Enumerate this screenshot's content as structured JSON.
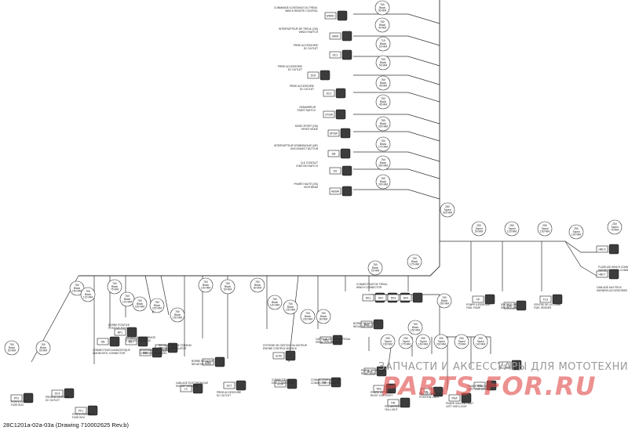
{
  "footer": {
    "drawing_ref": "28C1201a-02a-03a (Drawing 710002625 Rev.b)"
  },
  "watermark": {
    "line1": "ЗАПЧАСТИ И АКСЕССУАРЫ ДЛЯ МОТОТЕХНИКИ",
    "brand": "PARTS FOR.RU"
  },
  "bubble_labels": [
    "760\nBlack\n50 MM",
    "760\nBlack\n40 MM",
    "710\nBlack\n50 MM",
    "760\nBlack\n50 MM",
    "760\nBlack\n45 MM",
    "760\nBlack\n45 MM",
    "780\nBlack\n200 MM",
    "760\nBlack\n175 MM",
    "760\nBlack\n300 MM",
    "760\nBlack\n200 MM",
    "280\nTaped\n325 MM",
    "250\nTaped\n50 MM",
    "250\nTaped\n125 MM",
    "250\nTaped\n150 MM",
    "250\nTaped\n100 MM",
    "250\nTaped\n75 MM",
    "760\nBlack\n50 MM",
    "760\nBlack\n50 MM",
    "760\nBlack\n150 MM",
    "760\nBlack\n120 MM",
    "760\nBlack\n75 MM",
    "760\nBlack\n120 MM",
    "760\nBlack\n150 MM",
    "760\nBlack\n225 MM",
    "760\nBlack\n150 MM",
    "760\nBlack\n100 MM",
    "780\nBlack\n50 MM",
    "760\nBlack\n80 MM",
    "760\nBlack\n120 MM",
    "760\nBlack\n150 MM",
    "760\nBlack\n200 MM",
    "760\nBlack\n80 MM",
    "760\nBlack\n50 MM",
    "760\nBlack\n175 MM",
    "760\nBlack\n250 MM",
    "760\nBlack\n150 MM",
    "250\nTaped\n150 MM",
    "250\nTaped\n175 MM",
    "250\nTaped\n150 MM",
    "250\nTaped\n200 MM",
    "250\nTaped\n75 MM",
    "250\nTaped\n140 MM"
  ],
  "connectors": [
    {
      "code": "WMRC",
      "label": "COMMANDE A DISTANCE DU TREUIL\nWINCH REMOTE CONTROL"
    },
    {
      "code": "SWW",
      "label": "INTERRUPTEUR DE TREUIL (ON)\nWINCH SWITCH"
    },
    {
      "code": "DC1",
      "label": "PRISE ACCESSOIRE\nDC OUTLET"
    },
    {
      "code": "DC6",
      "label": "PRISE ACCESSOIRE\nDC OUTLET"
    },
    {
      "code": "DC2",
      "label": "PRISE ACCESSOIRE\nDC OUTLET"
    },
    {
      "code": "STSW",
      "label": "DEMARREUR\nSTART SWITCH"
    },
    {
      "code": "SPSW",
      "label": "MODE SPORT (ON)\nSPORT MODE"
    },
    {
      "code": "DB",
      "label": "INTERRUPTEUR D'EMBRAYAGE (MF)\nDISCONNECT BUTTON"
    },
    {
      "code": "DS",
      "label": "CLE CONTACT\nIGNITION SWITCH"
    },
    {
      "code": "HBSW",
      "label": "PHARE HAUTE (ON)\nHIGH BEAM"
    },
    {
      "code": "HBC3",
      "label": "FLASH AID WINCH CONNECT\nHARNESS WINCH CONNECT"
    },
    {
      "code": "HBC7",
      "label": "CABLAGE AUX FEUX\nHARNESS ACCESSORIES LIGHT"
    },
    {
      "code": "PF2",
      "label": "PORTE-FUSIBLES\nFUSE BOX"
    },
    {
      "code": "DC4",
      "label": "PRISE ACCESSOIRE\nDC OUTLET"
    },
    {
      "code": "PF1",
      "label": "PORTE-FUSIBLES\nFUSE BOX"
    },
    {
      "code": "DB",
      "label": "CONNECTEUR DIAGNOSTIQUE\nDIAGNOSTIC CONNECTOR"
    },
    {
      "code": "BP1",
      "label": "BORNE POSITIVE\nPOSITIVE POST"
    },
    {
      "code": "BS1",
      "label": "RELAIS DE DEMARRAGE\nSTARTER SOLENOID"
    },
    {
      "code": "VR1",
      "label": "REGULATEUR DE TENSION\nVOLTAGE REGULATOR"
    },
    {
      "code": "SS2",
      "label": "SOLENOIDE DE CHARGE\nCHARGING SOLENOID"
    },
    {
      "code": "GND",
      "label": "BORNE NEGATIVE\nNEGATIVE POST"
    },
    {
      "code": "LC",
      "label": "CABLAGE ELECTRONIQUE\nENGINE HARNESS"
    },
    {
      "code": "DC7",
      "label": "PRISE ACCESSOIRE\nDC OUTLET"
    },
    {
      "code": "ECM",
      "label": "SYSTEME DE GESTION DU MOTEUR\nENGINE CONTROL MODULE"
    },
    {
      "code": "ECM",
      "label": "CONNECTEUR ECM\nECM CONNECTOR"
    },
    {
      "code": "PPS",
      "label": "CAPTEUR DE POS DE PEDAL\nPEDAL POS SENSOR"
    },
    {
      "code": "EH",
      "label": "CONNECTEUR MOTEUR\nCONNECTOR HARNESS"
    },
    {
      "code": "DK1",
      "label": "CONNECTEUR DE TREUIL\nWINCH CONNECTOR"
    },
    {
      "code": "DK2",
      "label": ""
    },
    {
      "code": "DK3",
      "label": ""
    },
    {
      "code": "DK4",
      "label": ""
    },
    {
      "code": "BN1",
      "label": "BORNE NEGATIVE\nNEGATIVE POST"
    },
    {
      "code": "FP",
      "label": "POMPE A ESSENCE\nFUEL PUMP"
    },
    {
      "code": "DIV",
      "label": "DIVORCE (MI)\nDIVORCE (MI)"
    },
    {
      "code": "FLS",
      "label": "CENTRE DE LECTURE\nFUEL SENDER"
    },
    {
      "code": "RLH",
      "label": "PHARE DROIT HAUT\nRIGHT HIGH LIGHT"
    },
    {
      "code": "RHL",
      "label": "PHARE DROIT BAS\nRIGHT LOW LIGHT"
    },
    {
      "code": "TRL",
      "label": "FEU ARRIERE\nTAIL LIGHT"
    },
    {
      "code": "FRL",
      "label": "FEU DE POSITION\nPOSITION LIGHT"
    },
    {
      "code": "RSA",
      "label": "PHARE GAUCHE HAUT\nLEFT HIGH LIGHT"
    },
    {
      "code": "RSB",
      "label": "PHARE GAUCHE BAS\nLEFT LOW LIGHT"
    },
    {
      "code": "LLL",
      "label": "PHARE GAUCHE\nLEFT LIGHT"
    }
  ]
}
